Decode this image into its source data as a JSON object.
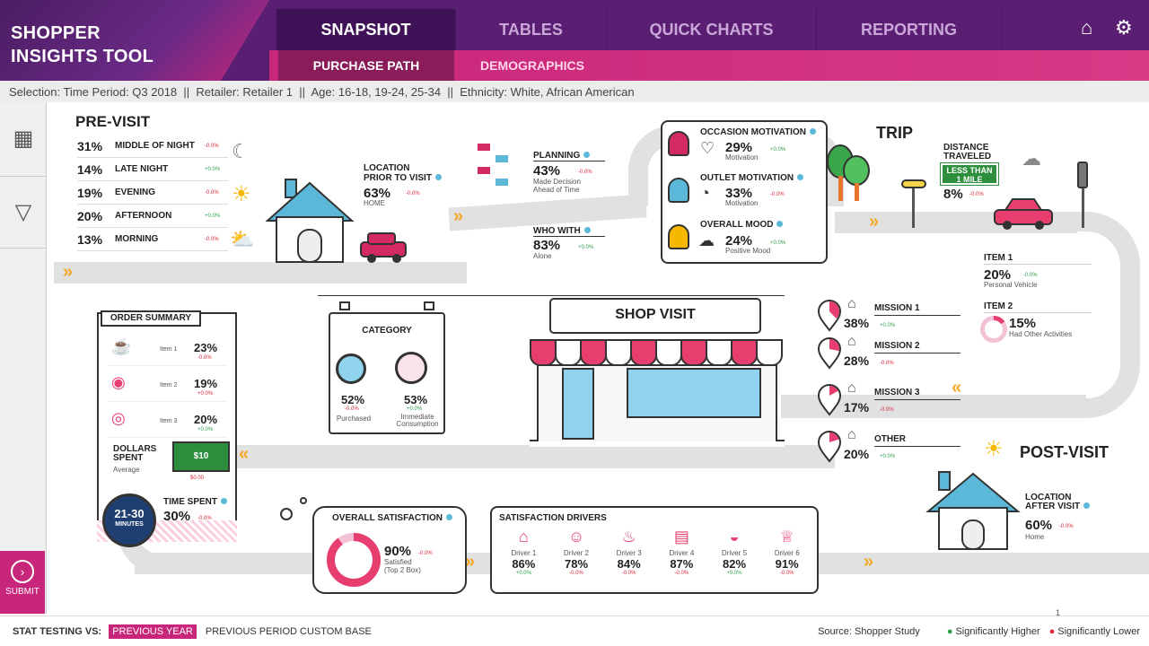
{
  "app": {
    "title_line1": "SHOPPER",
    "title_line2": "INSIGHTS TOOL"
  },
  "nav": {
    "tabs": [
      "SNAPSHOT",
      "TABLES",
      "QUICK CHARTS",
      "REPORTING"
    ],
    "subtabs": [
      "PURCHASE PATH",
      "DEMOGRAPHICS"
    ]
  },
  "selection": {
    "text": "Selection: Time Period: Q3 2018  ||  Retailer: Retailer 1  ||  Age: 16-18, 19-24, 25-34  ||  Ethnicity: White, African American"
  },
  "sidebar": {
    "submit": "SUBMIT"
  },
  "previsit": {
    "title": "PRE-VISIT",
    "rows": [
      {
        "pct": "31%",
        "label": "MIDDLE OF NIGHT",
        "delta": "-0.0%",
        "sign": "neg"
      },
      {
        "pct": "14%",
        "label": "LATE NIGHT",
        "delta": "+0.0%",
        "sign": "pos"
      },
      {
        "pct": "19%",
        "label": "EVENING",
        "delta": "-0.0%",
        "sign": "neg"
      },
      {
        "pct": "20%",
        "label": "AFTERNOON",
        "delta": "+0.0%",
        "sign": "pos"
      },
      {
        "pct": "13%",
        "label": "MORNING",
        "delta": "-0.0%",
        "sign": "neg"
      }
    ]
  },
  "location_prior": {
    "title1": "LOCATION",
    "title2": "PRIOR TO VISIT",
    "pct": "63%",
    "sub": "HOME",
    "delta": "-0.0%"
  },
  "planning": {
    "title": "PLANNING",
    "pct": "43%",
    "sub1": "Made Decision",
    "sub2": "Ahead of Time",
    "delta": "-0.0%"
  },
  "who_with": {
    "title": "WHO WITH",
    "pct": "83%",
    "sub": "Alone",
    "delta": "+0.0%"
  },
  "motivation": {
    "occasion_title": "OCCASION MOTIVATION",
    "occasion_pct": "29%",
    "occasion_sub": "Motivation",
    "occasion_delta": "+0.0%",
    "outlet_title": "OUTLET MOTIVATION",
    "outlet_pct": "33%",
    "outlet_sub": "Motivation",
    "outlet_delta": "-0.0%",
    "mood_title": "OVERALL MOOD",
    "mood_pct": "24%",
    "mood_sub": "Positive Mood",
    "mood_delta": "+0.0%"
  },
  "trip": {
    "title": "TRIP",
    "distance_title1": "DISTANCE",
    "distance_title2": "TRAVELED",
    "sign1": "LESS THAN",
    "sign2": "1 MILE",
    "distance_pct": "8%",
    "distance_delta": "-0.0%",
    "item1_title": "ITEM 1",
    "item1_pct": "20%",
    "item1_sub": "Personal Vehicle",
    "item1_delta": "-0.0%",
    "item2_title": "ITEM 2",
    "item2_pct": "15%",
    "item2_sub": "Had Other Activities",
    "item2_value": 0.15
  },
  "shop": {
    "title": "SHOP VISIT"
  },
  "missions": [
    {
      "title": "MISSION 1",
      "pct": "38%",
      "delta": "+0.0%",
      "sign": "pos",
      "value": 0.38
    },
    {
      "title": "MISSION 2",
      "pct": "28%",
      "delta": "-0.0%",
      "sign": "neg",
      "value": 0.28
    },
    {
      "title": "MISSION 3",
      "pct": "17%",
      "delta": "-0.0%",
      "sign": "neg",
      "value": 0.17
    },
    {
      "title": "OTHER",
      "pct": "20%",
      "delta": "+0.0%",
      "sign": "pos",
      "value": 0.2
    }
  ],
  "category": {
    "title": "CATEGORY",
    "c1_pct": "52%",
    "c1_delta": "-0.0%",
    "c1_sub": "Purchased",
    "c2_pct": "53%",
    "c2_delta": "+0.0%",
    "c2_sub1": "Immediate",
    "c2_sub2": "Consumption"
  },
  "order": {
    "title": "ORDER SUMMARY",
    "items": [
      {
        "label": "Item 1",
        "pct": "23%",
        "delta": "-0.0%",
        "sign": "neg"
      },
      {
        "label": "Item 2",
        "pct": "19%",
        "delta": "+0.0%",
        "sign": "neg"
      },
      {
        "label": "Item 3",
        "pct": "20%",
        "delta": "+0.0%",
        "sign": "pos"
      }
    ],
    "dollars1": "DOLLARS",
    "dollars2": "SPENT",
    "dollars_sub": "Average",
    "bill": "$10",
    "dollars_delta": "$0.00",
    "time_title": "TIME SPENT",
    "time_pct": "30%",
    "time_delta": "-0.0%",
    "timer1": "21-30",
    "timer2": "MINUTES"
  },
  "satisfaction": {
    "title": "OVERALL SATISFACTION",
    "pct": "90%",
    "sub1": "Satisfied",
    "sub2": "(Top 2 Box)",
    "delta": "-0.0%",
    "value": 0.9
  },
  "drivers": {
    "title": "SATISFACTION DRIVERS",
    "items": [
      {
        "label": "Driver 1",
        "pct": "86%",
        "delta": "+0.0%",
        "sign": "pos"
      },
      {
        "label": "Driver 2",
        "pct": "78%",
        "delta": "-0.0%",
        "sign": "neg"
      },
      {
        "label": "Driver 3",
        "pct": "84%",
        "delta": "-0.0%",
        "sign": "neg"
      },
      {
        "label": "Driver 4",
        "pct": "87%",
        "delta": "-0.0%",
        "sign": "neg"
      },
      {
        "label": "Driver 5",
        "pct": "82%",
        "delta": "+0.0%",
        "sign": "pos"
      },
      {
        "label": "Driver 6",
        "pct": "91%",
        "delta": "-0.0%",
        "sign": "neg"
      }
    ]
  },
  "postvisit": {
    "title": "POST-VISIT",
    "loc1": "LOCATION",
    "loc2": "AFTER VISIT",
    "pct": "60%",
    "sub": "Home",
    "delta": "-0.0%"
  },
  "footer": {
    "stat": "STAT TESTING VS:",
    "prev_year": "PREVIOUS YEAR",
    "prev_period": "PREVIOUS PERIOD CUSTOM BASE",
    "source": "Source: Shopper Study",
    "sig_high": "Significantly Higher",
    "sig_low": "Significantly Lower",
    "page": "1"
  },
  "colors": {
    "purple": "#5a1f72",
    "pink": "#c8267a",
    "blue": "#3d8fc4",
    "green": "#2ca04a",
    "red": "#d9263b"
  }
}
